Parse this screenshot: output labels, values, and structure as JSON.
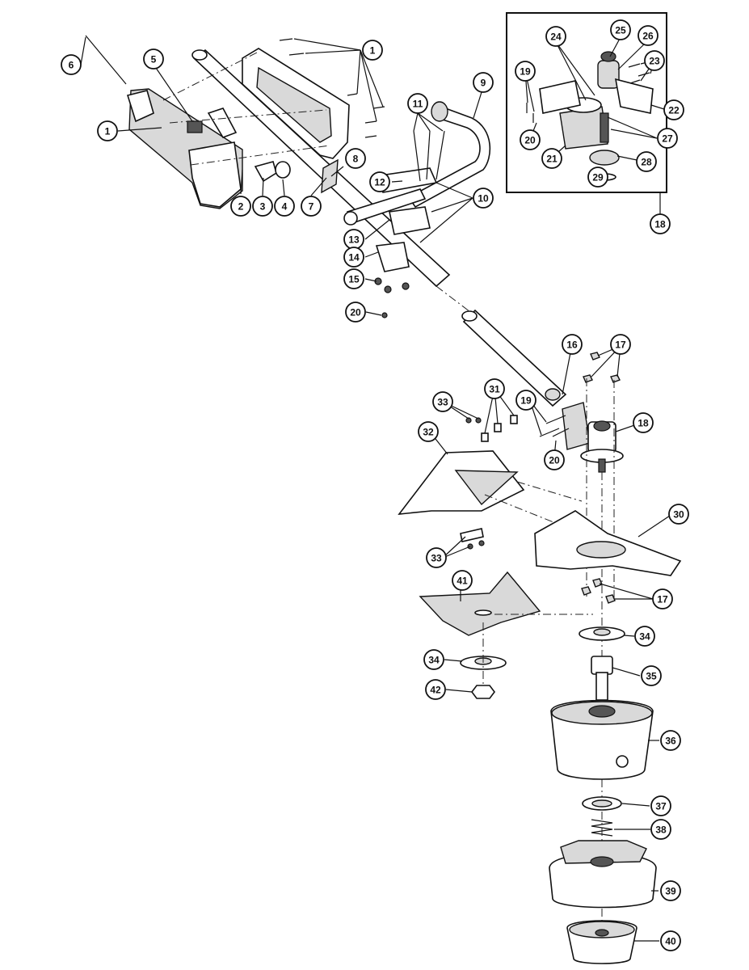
{
  "callouts": [
    {
      "id": "c1a",
      "label": "1"
    },
    {
      "id": "c1b",
      "label": "1"
    },
    {
      "id": "c2",
      "label": "2"
    },
    {
      "id": "c3",
      "label": "3"
    },
    {
      "id": "c4",
      "label": "4"
    },
    {
      "id": "c5",
      "label": "5"
    },
    {
      "id": "c6",
      "label": "6"
    },
    {
      "id": "c7",
      "label": "7"
    },
    {
      "id": "c8",
      "label": "8"
    },
    {
      "id": "c9",
      "label": "9"
    },
    {
      "id": "c10",
      "label": "10"
    },
    {
      "id": "c11",
      "label": "11"
    },
    {
      "id": "c12",
      "label": "12"
    },
    {
      "id": "c13",
      "label": "13"
    },
    {
      "id": "c14",
      "label": "14"
    },
    {
      "id": "c15",
      "label": "15"
    },
    {
      "id": "c20a",
      "label": "20"
    },
    {
      "id": "c16",
      "label": "16"
    },
    {
      "id": "c17a",
      "label": "17"
    },
    {
      "id": "c18a",
      "label": "18"
    },
    {
      "id": "c19a",
      "label": "19"
    },
    {
      "id": "c20b",
      "label": "20"
    },
    {
      "id": "c31",
      "label": "31"
    },
    {
      "id": "c32",
      "label": "32"
    },
    {
      "id": "c33a",
      "label": "33"
    },
    {
      "id": "c33b",
      "label": "33"
    },
    {
      "id": "c30",
      "label": "30"
    },
    {
      "id": "c17b",
      "label": "17"
    },
    {
      "id": "c41",
      "label": "41"
    },
    {
      "id": "c34a",
      "label": "34"
    },
    {
      "id": "c34b",
      "label": "34"
    },
    {
      "id": "c42",
      "label": "42"
    },
    {
      "id": "c35",
      "label": "35"
    },
    {
      "id": "c36",
      "label": "36"
    },
    {
      "id": "c37",
      "label": "37"
    },
    {
      "id": "c38",
      "label": "38"
    },
    {
      "id": "c39",
      "label": "39"
    },
    {
      "id": "c40",
      "label": "40"
    },
    {
      "id": "c18b",
      "label": "18"
    },
    {
      "id": "c19b",
      "label": "19"
    },
    {
      "id": "c20c",
      "label": "20"
    },
    {
      "id": "c21",
      "label": "21"
    },
    {
      "id": "c22",
      "label": "22"
    },
    {
      "id": "c23",
      "label": "23"
    },
    {
      "id": "c24",
      "label": "24"
    },
    {
      "id": "c25",
      "label": "25"
    },
    {
      "id": "c26",
      "label": "26"
    },
    {
      "id": "c27",
      "label": "27"
    },
    {
      "id": "c28",
      "label": "28"
    },
    {
      "id": "c29",
      "label": "29"
    }
  ],
  "colors": {
    "ink": "#111111",
    "paper": "#ffffff",
    "fill": "#d9d9d9"
  }
}
